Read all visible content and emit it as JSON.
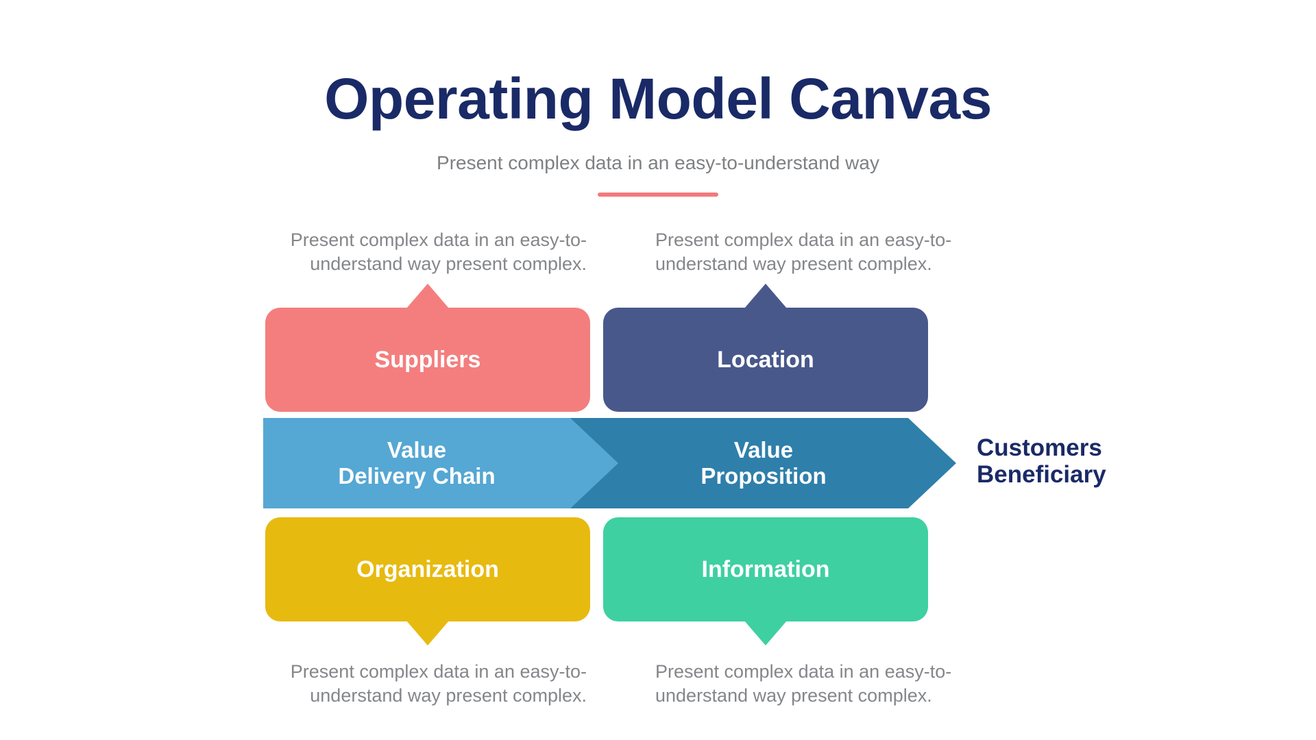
{
  "slide": {
    "title": "Operating Model Canvas",
    "subtitle": "Present complex data in an easy-to-understand way"
  },
  "colors": {
    "title_text": "#1A2A67",
    "subtitle_text": "#7E8083",
    "description_text": "#84868A",
    "underline_pink": "#F3797E",
    "box_label_white": "#FFFFFF",
    "beneficiary_text": "#1A2A67",
    "background": "#FFFFFF"
  },
  "boxes": {
    "suppliers": {
      "label": "Suppliers",
      "color": "#F47E7E"
    },
    "location": {
      "label": "Location",
      "color": "#49588B"
    },
    "organization": {
      "label": "Organization",
      "color": "#E7BA10"
    },
    "information": {
      "label": "Information",
      "color": "#3ED0A0"
    }
  },
  "arrows": {
    "value_delivery": {
      "line1": "Value",
      "line2": "Delivery Chain",
      "color": "#55A7D4"
    },
    "value_proposition": {
      "line1": "Value",
      "line2": "Proposition",
      "color": "#2F7FAB"
    }
  },
  "beneficiary": {
    "line1": "Customers",
    "line2": "Beneficiary"
  },
  "descriptions": {
    "top_left": {
      "line1": "Present complex data in an easy-to-",
      "line2": "understand way present complex."
    },
    "top_right": {
      "line1": "Present complex data in an easy-to-",
      "line2": "understand way present complex."
    },
    "bottom_left": {
      "line1": "Present complex data in an easy-to-",
      "line2": "understand way present complex."
    },
    "bottom_right": {
      "line1": "Present complex data in an easy-to-",
      "line2": "understand way present complex."
    }
  }
}
